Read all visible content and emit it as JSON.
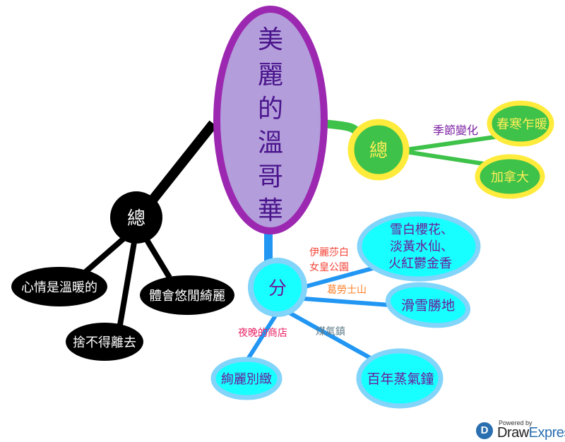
{
  "central_topic": {
    "chars": [
      "美",
      "麗",
      "的",
      "溫",
      "哥",
      "華"
    ]
  },
  "summary_left": {
    "label": "總",
    "children": [
      "心情是溫暖的",
      "捨不得離去",
      "體會悠閒綺麗"
    ]
  },
  "summary_right": {
    "label": "總",
    "edge_label": "季節變化",
    "children": [
      "春寒乍暖",
      "加拿大"
    ]
  },
  "branch": {
    "label": "分",
    "children": [
      {
        "edge_label_lines": [
          "伊麗莎白",
          "女皇公園"
        ],
        "node_lines": [
          "雪白櫻花、",
          "淡黃水仙、",
          "火紅鬱金香"
        ]
      },
      {
        "edge_label": "葛勞士山",
        "node": "滑雪勝地"
      },
      {
        "edge_label": "夜晚的商店",
        "node": "絢麗別緻"
      },
      {
        "edge_label": "煤氣鎮",
        "node": "百年蒸氣鐘"
      }
    ]
  },
  "branding": {
    "powered_by": "Powered by",
    "brand_a": "Draw",
    "brand_b": "Express"
  },
  "colors": {
    "central_fill": "#b39ddb",
    "central_stroke": "#9c27b0",
    "green": "#3ec24a",
    "yellow": "#ffeb3b",
    "cyan": "#18ffff",
    "lightblue": "#81d4fa",
    "blue": "#2196f3"
  }
}
